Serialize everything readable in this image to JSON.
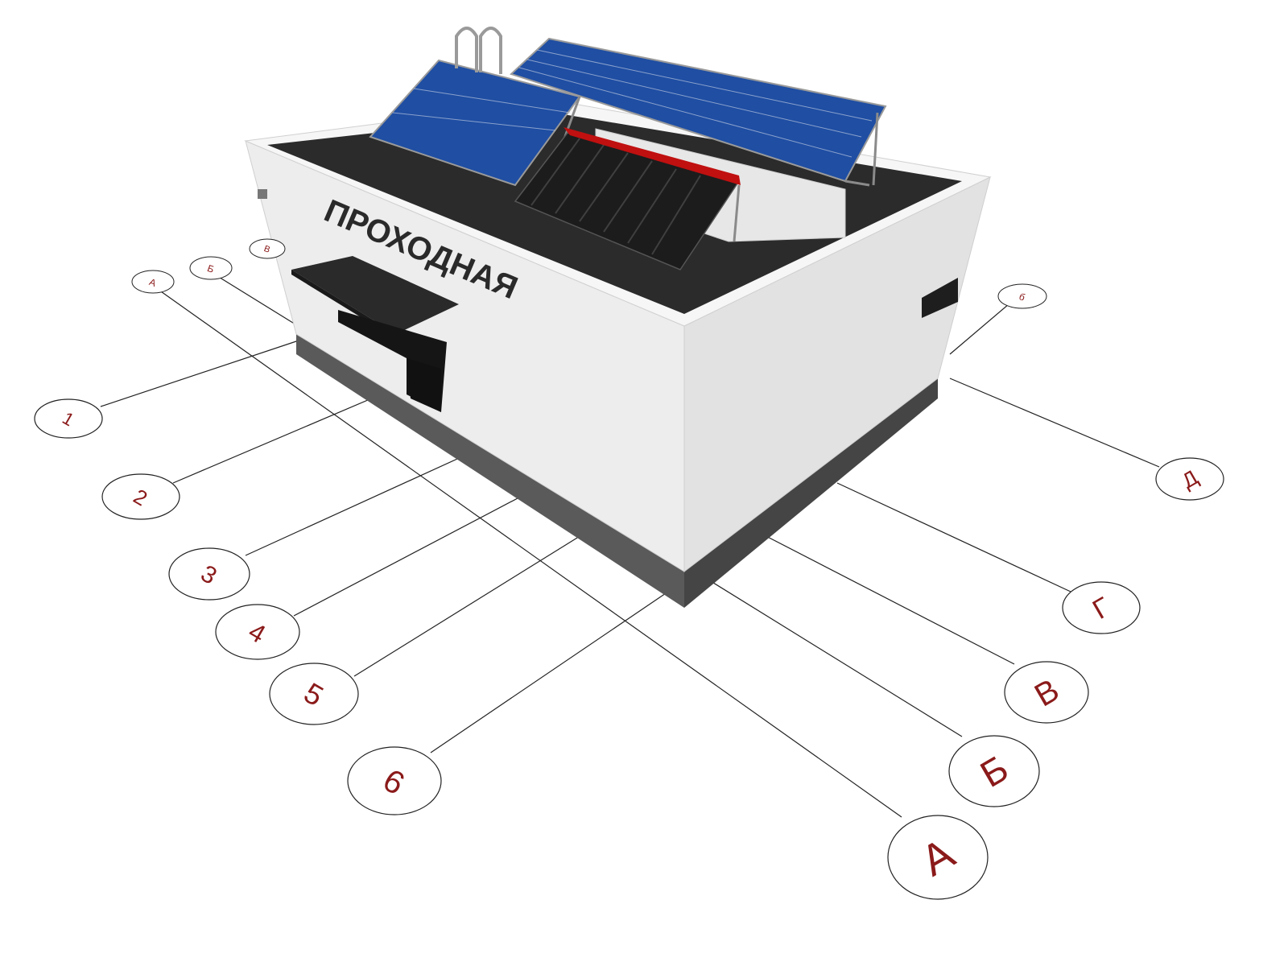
{
  "sign": {
    "text": "ПРОХОДНАЯ"
  },
  "axes": {
    "numbers": [
      "1",
      "2",
      "3",
      "4",
      "5",
      "6"
    ],
    "letters": [
      "А",
      "Б",
      "В",
      "Г",
      "Д"
    ],
    "back_small": [
      "А",
      "Б",
      "В",
      "б"
    ]
  },
  "colors": {
    "axis_label": "#8b1a1a",
    "wall": "#ececec",
    "roof": "#2b2b2b",
    "plinth": "#555555",
    "solar_panel": "#1e4aa0",
    "collector_header": "#c01010"
  }
}
